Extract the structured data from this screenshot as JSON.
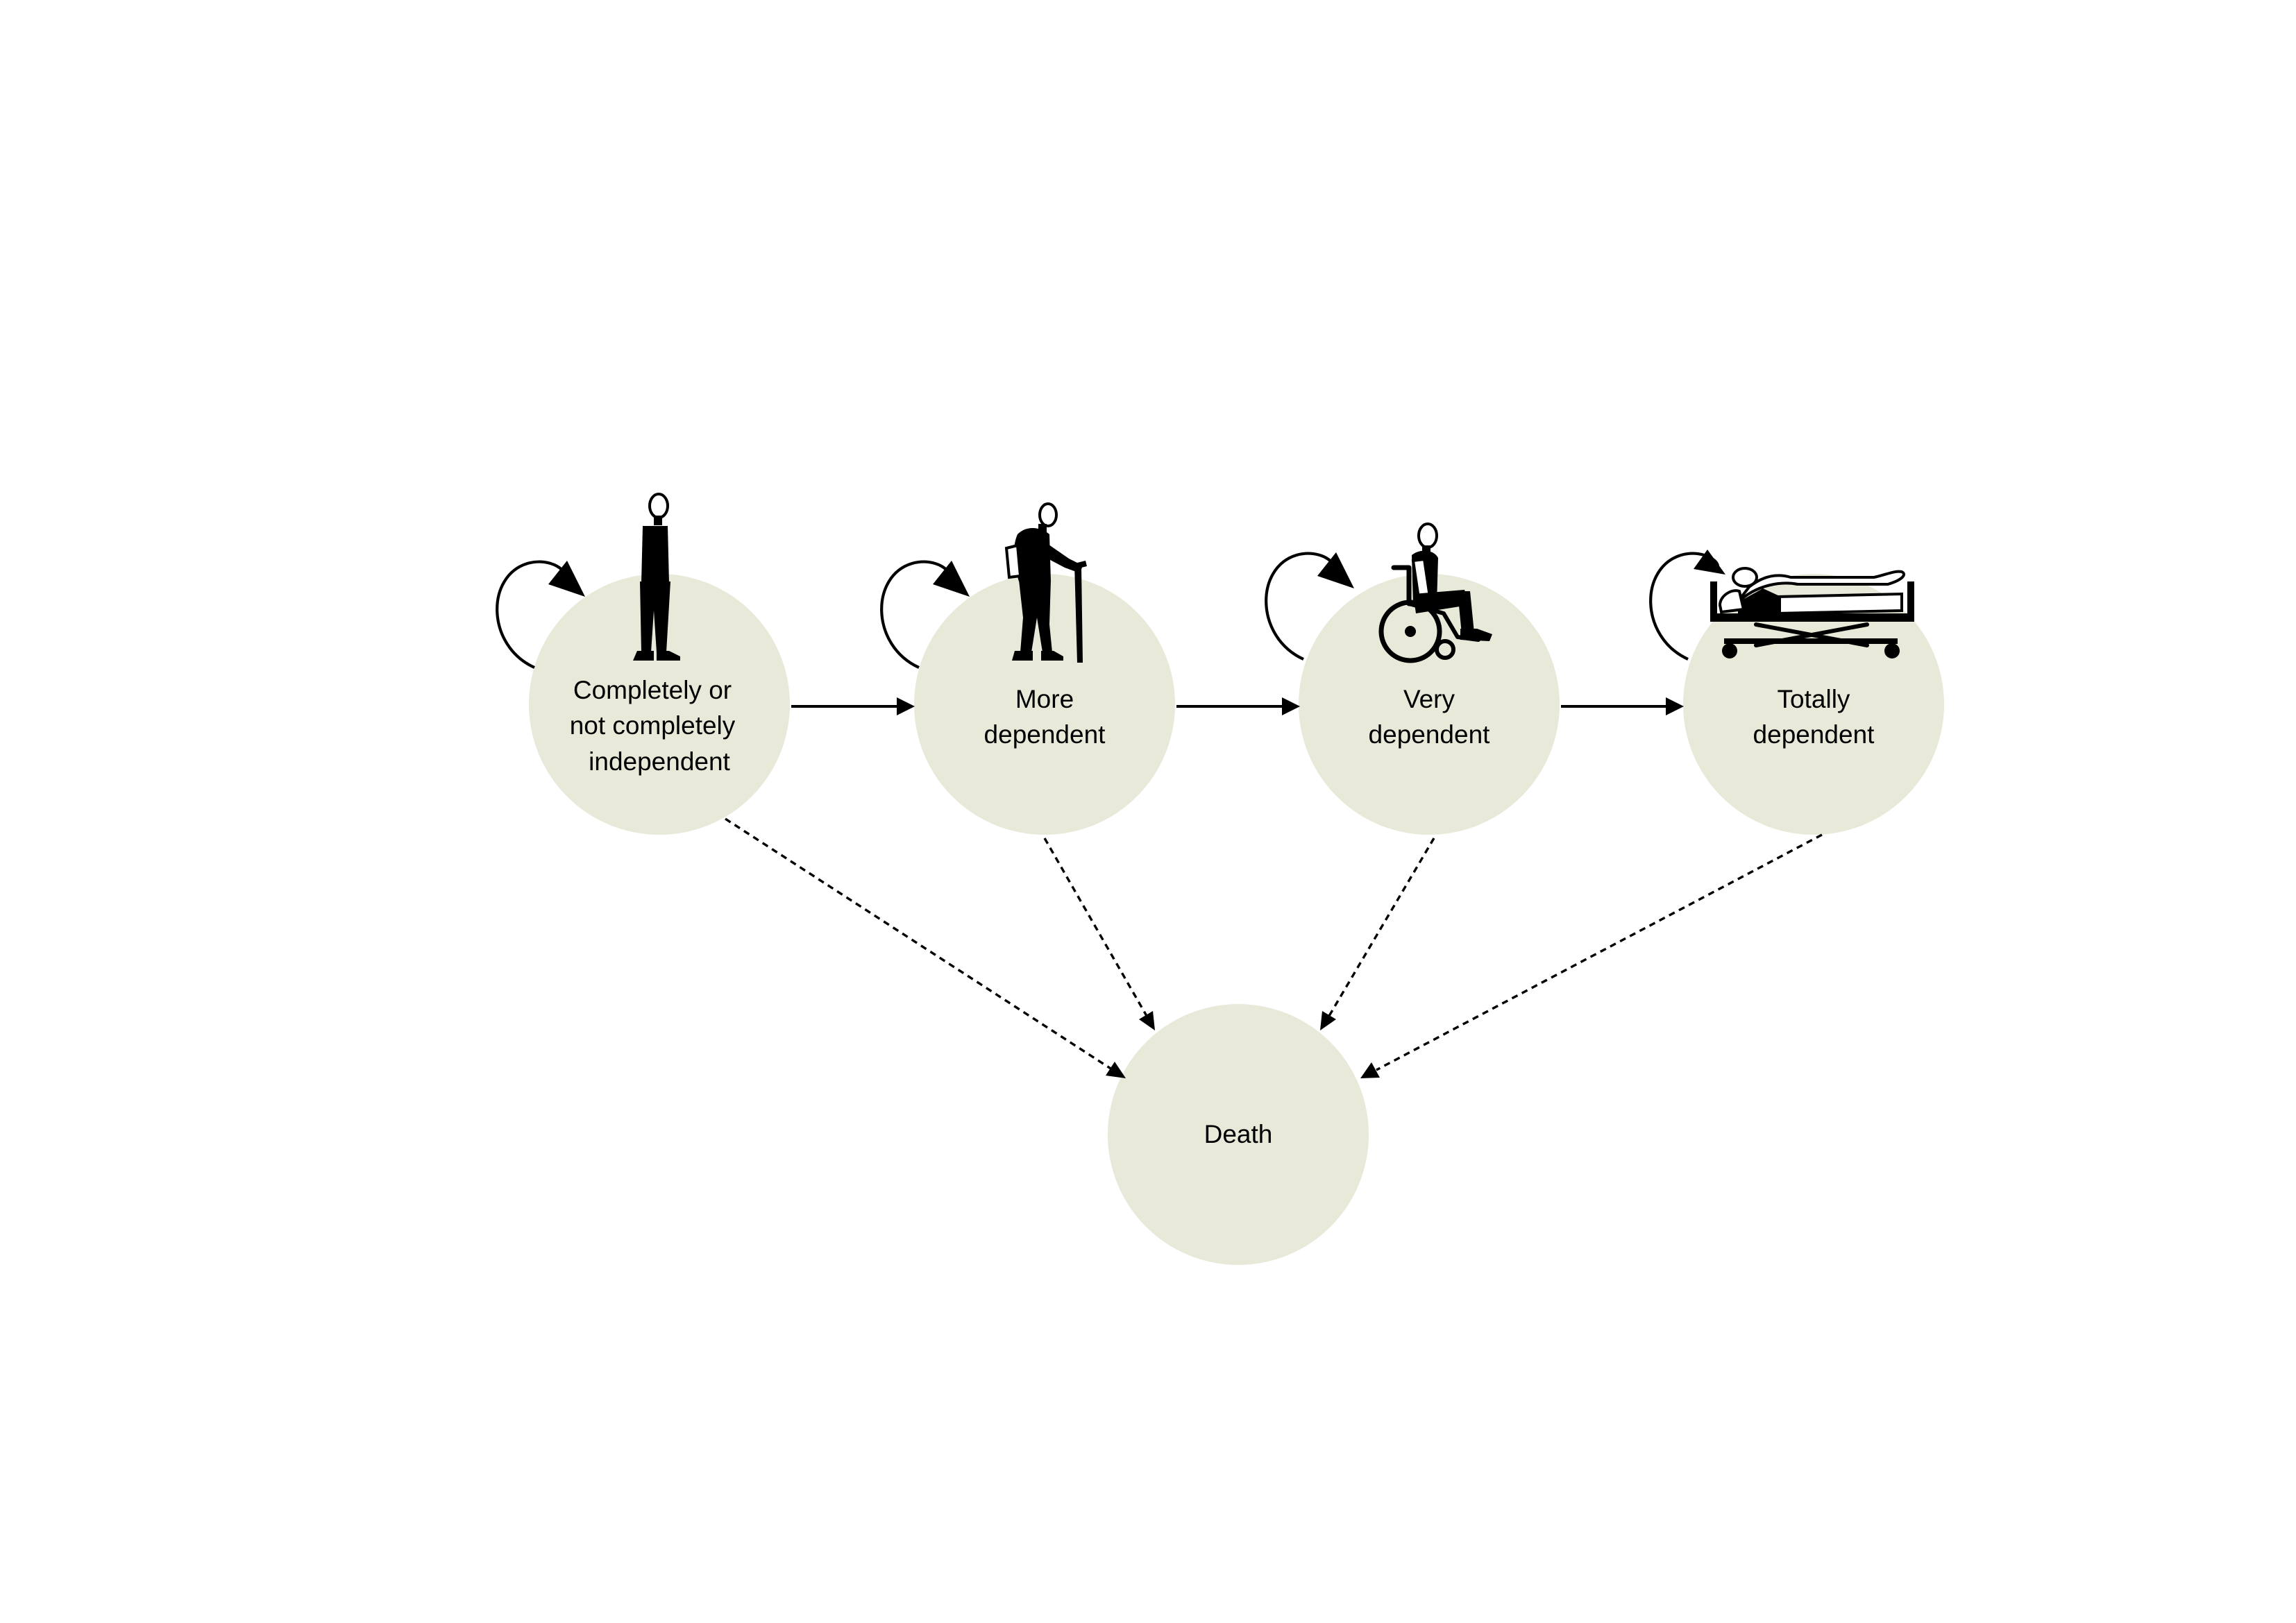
{
  "nodes": {
    "independent": {
      "line1": "Completely or",
      "line2": "not completely",
      "line3": "independent",
      "icon": "standing-person-icon"
    },
    "more_dependent": {
      "line1": "More",
      "line2": "dependent",
      "icon": "person-with-cane-icon"
    },
    "very_dependent": {
      "line1": "Very",
      "line2": "dependent",
      "icon": "wheelchair-icon"
    },
    "totally_dependent": {
      "line1": "Totally",
      "line2": "dependent",
      "icon": "hospital-bed-icon"
    },
    "death": {
      "label": "Death"
    }
  },
  "edges": [
    {
      "from": "independent",
      "to": "more_dependent",
      "style": "solid"
    },
    {
      "from": "more_dependent",
      "to": "very_dependent",
      "style": "solid"
    },
    {
      "from": "very_dependent",
      "to": "totally_dependent",
      "style": "solid"
    },
    {
      "from": "independent",
      "to": "death",
      "style": "dashed"
    },
    {
      "from": "more_dependent",
      "to": "death",
      "style": "dashed"
    },
    {
      "from": "very_dependent",
      "to": "death",
      "style": "dashed"
    },
    {
      "from": "totally_dependent",
      "to": "death",
      "style": "dashed"
    },
    {
      "from": "independent",
      "to": "independent",
      "style": "self-loop"
    },
    {
      "from": "more_dependent",
      "to": "more_dependent",
      "style": "self-loop"
    },
    {
      "from": "very_dependent",
      "to": "very_dependent",
      "style": "self-loop"
    },
    {
      "from": "totally_dependent",
      "to": "totally_dependent",
      "style": "self-loop"
    }
  ],
  "colors": {
    "node_fill": "#e8e9d9",
    "stroke": "#000000",
    "background": "#ffffff"
  }
}
